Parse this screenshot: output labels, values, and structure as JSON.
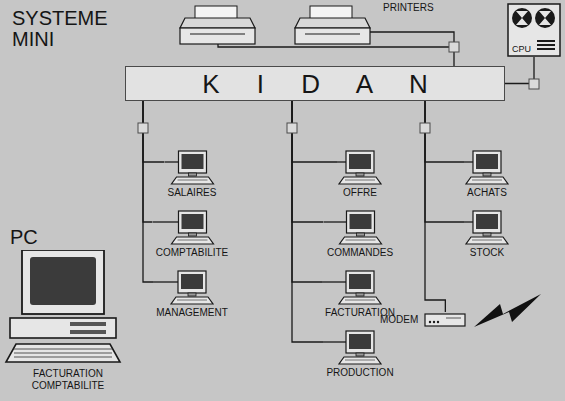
{
  "diagram": {
    "title": "SYSTEME MINI",
    "nodes": [
      {
        "text": [
          "PRINTERS"
        ]
      },
      {
        "text": [
          "CPU"
        ]
      },
      {
        "text": [
          "K I D A N"
        ]
      },
      {
        "text": [
          "SALAIRES"
        ]
      },
      {
        "text": [
          "OFFRE"
        ]
      },
      {
        "text": [
          "ACHATS"
        ]
      },
      {
        "text": [
          "COMPTABILITE"
        ]
      },
      {
        "text": [
          "COMMANDES"
        ]
      },
      {
        "text": [
          "STOCK"
        ]
      },
      {
        "text": [
          "MODEM"
        ]
      },
      {
        "text": [
          "MANAGEMENT"
        ]
      },
      {
        "text": [
          "FACTURATION"
        ]
      },
      {
        "text": [
          "PRODUCTION"
        ]
      },
      {
        "text": [
          "PC",
          "FACTURATION COMPTABILITE"
        ]
      }
    ],
    "edges": [
      {
        "from": 2,
        "to": 0,
        "arrow": "none"
      },
      {
        "from": 2,
        "to": 1,
        "arrow": "none"
      },
      {
        "from": 2,
        "to": 3,
        "arrow": "none"
      },
      {
        "from": 2,
        "to": 4,
        "arrow": "none"
      },
      {
        "from": 2,
        "to": 5,
        "arrow": "none"
      },
      {
        "from": 2,
        "to": 6,
        "arrow": "none"
      },
      {
        "from": 2,
        "to": 7,
        "arrow": "none"
      },
      {
        "from": 2,
        "to": 8,
        "arrow": "none"
      },
      {
        "from": 2,
        "to": 9,
        "arrow": "none"
      },
      {
        "from": 2,
        "to": 10,
        "arrow": "none"
      },
      {
        "from": 2,
        "to": 11,
        "arrow": "none"
      },
      {
        "from": 2,
        "to": 12,
        "arrow": "none"
      }
    ]
  }
}
